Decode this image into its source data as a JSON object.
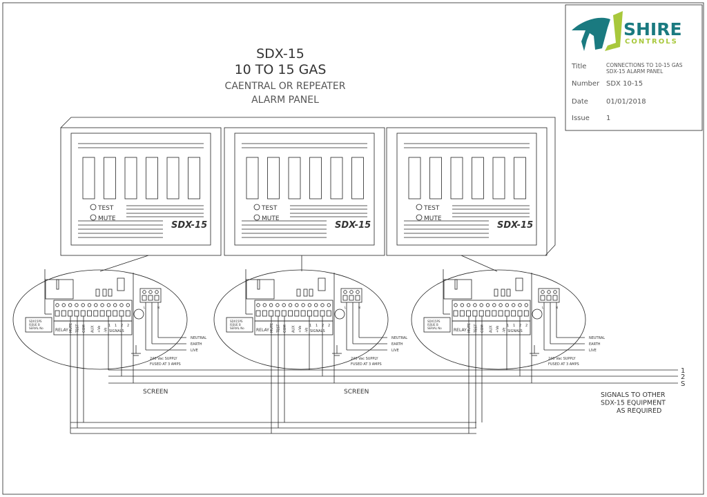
{
  "heading": {
    "line1": "SDX-15",
    "line2": "10 TO 15 GAS",
    "line3": "CAENTRAL OR REPEATER",
    "line4": "ALARM PANEL"
  },
  "title_block": {
    "logo_word1": "SHIRE",
    "logo_word2": "CONTROLS",
    "title_label": "Title",
    "title_value_1": "CONNECTIONS TO 10-15 GAS",
    "title_value_2": "SDX-15 ALARM PANEL",
    "number_label": "Number",
    "number_value": "SDX 10-15",
    "date_label": "Date",
    "date_value": "01/01/2018",
    "issue_label": "Issue",
    "issue_value": "1",
    "colors": {
      "teal": "#1a7a80",
      "green": "#a8c83c"
    }
  },
  "panel": {
    "test_label": "TEST",
    "mute_label": "MUTE",
    "model_label": "SDX-15",
    "count": 3
  },
  "terminal_board": {
    "serial_label": [
      "SDX15PS",
      "ISSUE B",
      "SERIAL No"
    ],
    "relay": "RELAY",
    "terminals": [
      "MUTE",
      "TEST",
      "COM",
      "AUX",
      "+Ve",
      "-Ve"
    ],
    "signals": "SIGNALS",
    "signal_numbers": [
      "1",
      "1",
      "2",
      "2"
    ],
    "mains_terminals": [
      "L",
      "N"
    ],
    "neutral": "NEUTRAL",
    "earth": "EARTH",
    "live": "LIVE",
    "supply_1": "240 Vac SUPPLY",
    "supply_2": "FUSED AT 3 AMPS"
  },
  "bus": {
    "line_labels": [
      "1",
      "2",
      "S"
    ],
    "screen_label": "SCREEN",
    "note": [
      "SIGNALS TO OTHER",
      "SDX-15 EQUIPMENT",
      "AS REQUIRED"
    ]
  }
}
